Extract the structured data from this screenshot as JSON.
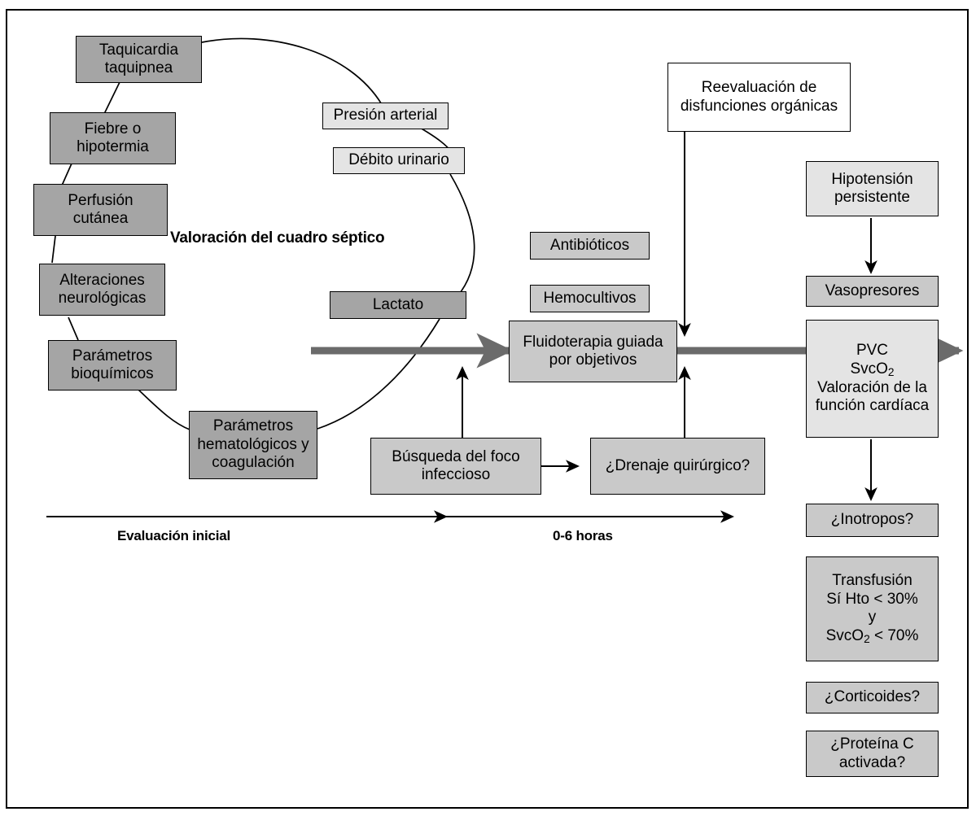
{
  "figure": {
    "title_caption": "Valoración del cuadro séptico",
    "border_color": "#000000",
    "background": "#ffffff"
  },
  "palette": {
    "dark_gray": "#a5a5a5",
    "mid_gray": "#c9c9c9",
    "light_gray": "#e4e4e4",
    "white": "#ffffff",
    "thick_arrow_gray": "#6b6b6b",
    "line_black": "#000000"
  },
  "assessment_cycle": {
    "group_label": "Valoración del cuadro séptico",
    "clinical_signs": [
      {
        "label": "Taquicardia\ntaquipnea",
        "fill": "dark_gray"
      },
      {
        "label": "Fiebre o\nhipotermia",
        "fill": "dark_gray"
      },
      {
        "label": "Perfusión\ncutánea",
        "fill": "dark_gray"
      },
      {
        "label": "Alteraciones\nneurológicas",
        "fill": "dark_gray"
      },
      {
        "label": "Parámetros\nbioquímicos",
        "fill": "dark_gray"
      },
      {
        "label": "Parámetros\nhematológicos y\ncoagulación",
        "fill": "dark_gray"
      },
      {
        "label": "Lactato",
        "fill": "dark_gray"
      }
    ],
    "hemodynamic_targets": [
      {
        "label": "Presión arterial",
        "fill": "light_gray"
      },
      {
        "label": "Débito urinario",
        "fill": "light_gray"
      }
    ]
  },
  "treatment": {
    "items": [
      {
        "label": "Antibióticos",
        "fill": "mid_gray"
      },
      {
        "label": "Hemocultivos",
        "fill": "mid_gray"
      },
      {
        "label": "Fluidoterapia guiada\npor objetivos",
        "fill": "mid_gray"
      },
      {
        "label": "Búsqueda del foco\ninfeccioso",
        "fill": "mid_gray"
      },
      {
        "label": "¿Drenaje quirúrgico?",
        "fill": "mid_gray"
      }
    ]
  },
  "reassessment": {
    "label": "Reevaluación de\ndisfunciones orgánicas",
    "fill": "white"
  },
  "escalation": {
    "items": [
      {
        "label": "Hipotensión\npersistente",
        "fill": "light_gray",
        "lines": [
          "Hipotensión",
          "persistente"
        ]
      },
      {
        "label": "Vasopresores",
        "fill": "mid_gray",
        "lines": [
          "Vasopresores"
        ]
      },
      {
        "label": "PVC SvcO2 Valoración de la función cardíaca",
        "fill": "light_gray",
        "lines": [
          "PVC",
          "SvcO<sub>2</sub>",
          "Valoración de la",
          "función cardíaca"
        ]
      },
      {
        "label": "¿Inotropos?",
        "fill": "mid_gray",
        "lines": [
          "¿Inotropos?"
        ]
      },
      {
        "label": "Transfusión Sí Hto < 30% y SvcO2 < 70%",
        "fill": "mid_gray",
        "lines": [
          "Transfusión",
          "Sí Hto &lt; 30%",
          "y",
          "SvcO<sub>2</sub> &lt; 70%"
        ]
      },
      {
        "label": "¿Corticoides?",
        "fill": "mid_gray",
        "lines": [
          "¿Corticoides?"
        ]
      },
      {
        "label": "¿Proteína C\nactivada?",
        "fill": "mid_gray",
        "lines": [
          "¿Proteína C",
          "activada?"
        ]
      }
    ]
  },
  "timeline": {
    "phases": [
      {
        "label": "Evaluación inicial"
      },
      {
        "label": "0-6 horas"
      }
    ]
  }
}
